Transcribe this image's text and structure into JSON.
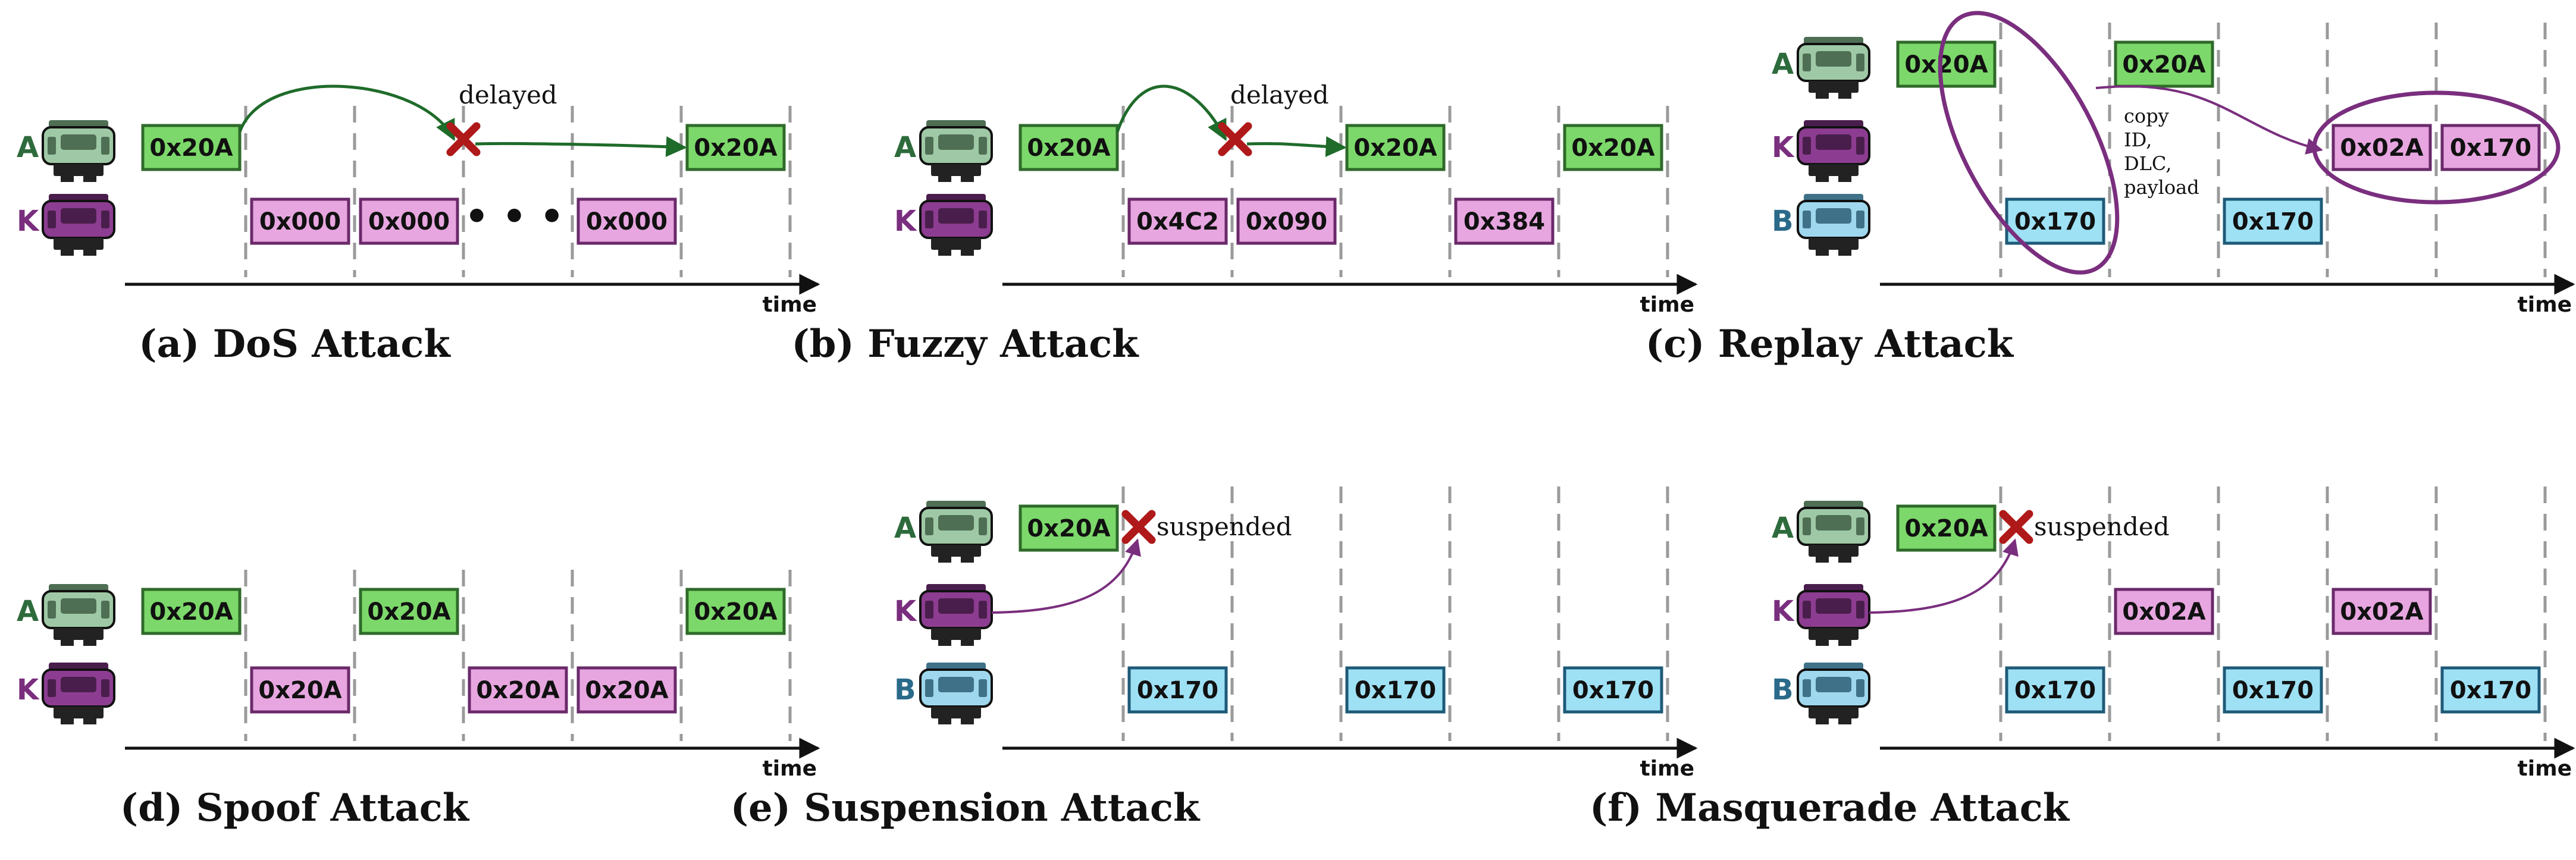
{
  "colors": {
    "A": "#2e6b3c",
    "K": "#7a2e7e",
    "B": "#2a6a8a",
    "fill_A": "#7cd86a",
    "fill_K": "#e7a6e0",
    "fill_B": "#9ee0f4",
    "stroke_A": "#2f6a2a",
    "stroke_K": "#6a2a6a",
    "stroke_B": "#1e5a78",
    "arrow_green": "#1f6b2a",
    "arrow_purple": "#7a2e7e",
    "cross": "#b01919"
  },
  "common": {
    "time_label": "time"
  },
  "panels": [
    {
      "caption_letter": "(a)",
      "caption_title": "DoS Attack",
      "rows": [
        {
          "name": "A",
          "messages": [
            {
              "slot": 0,
              "label": "0x20A"
            },
            {
              "slot": 5,
              "label": "0x20A"
            }
          ]
        },
        {
          "name": "K",
          "messages": [
            {
              "slot": 1,
              "label": "0x000"
            },
            {
              "slot": 2,
              "label": "0x000"
            },
            {
              "slot": 4,
              "label": "0x000"
            }
          ]
        }
      ],
      "ellipsis": {
        "text": "• • •",
        "row": 1,
        "slot": 3
      },
      "annotations": [
        {
          "text": "delayed",
          "row": 0,
          "slot": 3
        }
      ]
    },
    {
      "caption_letter": "(b)",
      "caption_title": "Fuzzy Attack",
      "rows": [
        {
          "name": "A",
          "messages": [
            {
              "slot": 0,
              "label": "0x20A"
            },
            {
              "slot": 3,
              "label": "0x20A"
            },
            {
              "slot": 5,
              "label": "0x20A"
            }
          ]
        },
        {
          "name": "K",
          "messages": [
            {
              "slot": 1,
              "label": "0x4C2"
            },
            {
              "slot": 2,
              "label": "0x090"
            },
            {
              "slot": 4,
              "label": "0x384"
            }
          ]
        }
      ],
      "annotations": [
        {
          "text": "delayed",
          "row": 0,
          "slot": 2
        }
      ]
    },
    {
      "caption_letter": "(c)",
      "caption_title": "Replay Attack",
      "rows": [
        {
          "name": "A",
          "messages": [
            {
              "slot": 0,
              "label": "0x20A"
            },
            {
              "slot": 2,
              "label": "0x20A"
            }
          ]
        },
        {
          "name": "K",
          "messages": [
            {
              "slot": 4,
              "label": "0x02A"
            },
            {
              "slot": 5,
              "label": "0x170"
            }
          ]
        },
        {
          "name": "B",
          "messages": [
            {
              "slot": 1,
              "label": "0x170"
            },
            {
              "slot": 3,
              "label": "0x170"
            }
          ]
        }
      ],
      "annotations": [
        {
          "text": "copy",
          "row": 1,
          "slot": 2,
          "lines": [
            "copy",
            "ID,",
            "DLC,",
            "payload"
          ]
        }
      ]
    },
    {
      "caption_letter": "(d)",
      "caption_title": "Spoof Attack",
      "rows": [
        {
          "name": "A",
          "messages": [
            {
              "slot": 0,
              "label": "0x20A"
            },
            {
              "slot": 2,
              "label": "0x20A"
            },
            {
              "slot": 5,
              "label": "0x20A"
            }
          ]
        },
        {
          "name": "K",
          "messages": [
            {
              "slot": 1,
              "label": "0x20A"
            },
            {
              "slot": 3,
              "label": "0x20A"
            },
            {
              "slot": 4,
              "label": "0x20A"
            }
          ]
        }
      ]
    },
    {
      "caption_letter": "(e)",
      "caption_title": "Suspension Attack",
      "rows": [
        {
          "name": "A",
          "messages": [
            {
              "slot": 0,
              "label": "0x20A"
            }
          ]
        },
        {
          "name": "K",
          "messages": []
        },
        {
          "name": "B",
          "messages": [
            {
              "slot": 1,
              "label": "0x170"
            },
            {
              "slot": 3,
              "label": "0x170"
            },
            {
              "slot": 5,
              "label": "0x170"
            }
          ]
        }
      ],
      "annotations": [
        {
          "text": "suspended",
          "row": 0,
          "slot": 1
        }
      ]
    },
    {
      "caption_letter": "(f)",
      "caption_title": "Masquerade Attack",
      "rows": [
        {
          "name": "A",
          "messages": [
            {
              "slot": 0,
              "label": "0x20A"
            }
          ]
        },
        {
          "name": "K",
          "messages": [
            {
              "slot": 2,
              "label": "0x02A"
            },
            {
              "slot": 4,
              "label": "0x02A"
            }
          ]
        },
        {
          "name": "B",
          "messages": [
            {
              "slot": 1,
              "label": "0x170"
            },
            {
              "slot": 3,
              "label": "0x170"
            },
            {
              "slot": 5,
              "label": "0x170"
            }
          ]
        }
      ],
      "annotations": [
        {
          "text": "suspended",
          "row": 0,
          "slot": 1
        }
      ]
    }
  ]
}
